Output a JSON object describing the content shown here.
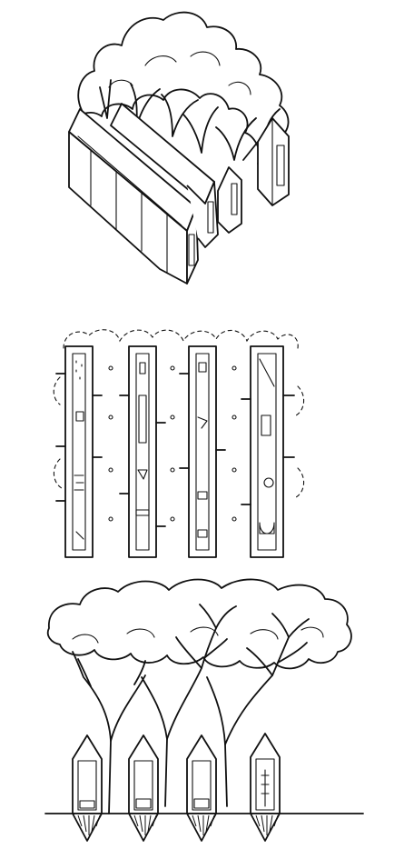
{
  "diagram": {
    "views": [
      {
        "id": "axonometric",
        "pavilion_count": 4
      },
      {
        "id": "plan",
        "pavilion_count": 4
      },
      {
        "id": "section",
        "pavilion_count": 4
      }
    ],
    "colors": {
      "ink": "#111111",
      "paper": "#ffffff"
    }
  }
}
